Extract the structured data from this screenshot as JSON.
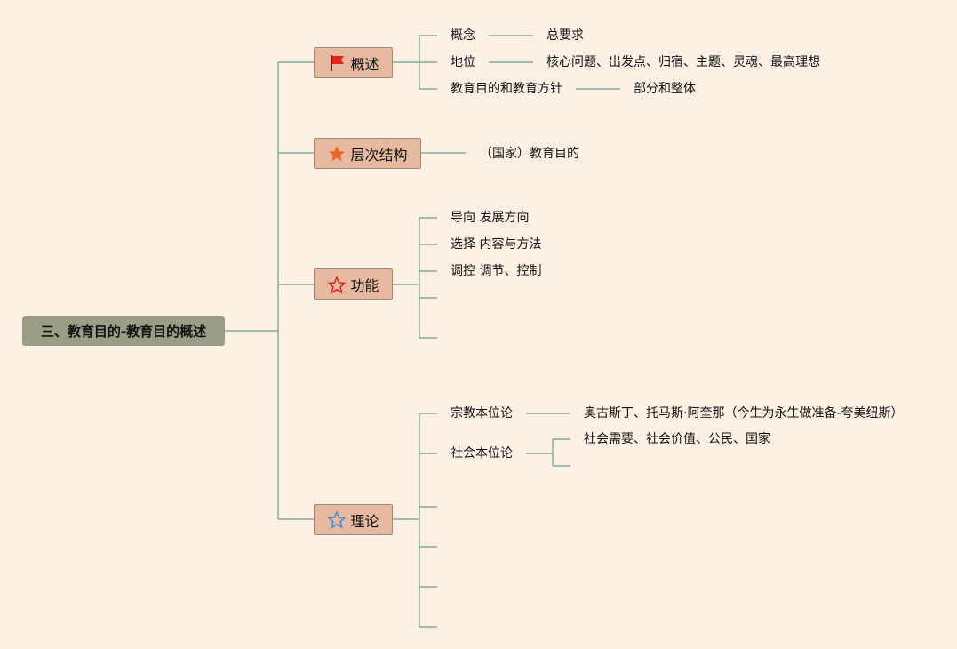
{
  "root": {
    "label": "三、教育目的-教育目的概述"
  },
  "topics": {
    "overview": {
      "label": "概述",
      "icon": "red-flag-icon",
      "children": [
        {
          "label": "概念",
          "detail": "总要求"
        },
        {
          "label": "地位",
          "detail": "核心问题、出发点、归宿、主题、灵魂、最高理想"
        },
        {
          "label": "教育目的和教育方针",
          "detail": "部分和整体"
        }
      ]
    },
    "structure": {
      "label": "层次结构",
      "icon": "orange-star-icon",
      "children": [
        {
          "label": "（国家）教育目的"
        }
      ]
    },
    "function": {
      "label": "功能",
      "icon": "red-outline-star-icon",
      "children": [
        {
          "label": "导向 发展方向"
        },
        {
          "label": "选择 内容与方法"
        },
        {
          "label": "调控 调节、控制"
        }
      ]
    },
    "theory": {
      "label": "理论",
      "icon": "blue-outline-star-icon",
      "children": [
        {
          "label": "宗教本位论",
          "detail": "奥古斯丁、托马斯·阿奎那（今生为永生做准备-夸美纽斯）"
        },
        {
          "label": "社会本位论",
          "detail": "社会需要、社会价值、公民、国家"
        }
      ]
    }
  },
  "colors": {
    "background": "#fdf1e6",
    "root_fill": "#9b9e86",
    "topic_fill": "#e7b9a0",
    "line": "#6d9b8d"
  }
}
